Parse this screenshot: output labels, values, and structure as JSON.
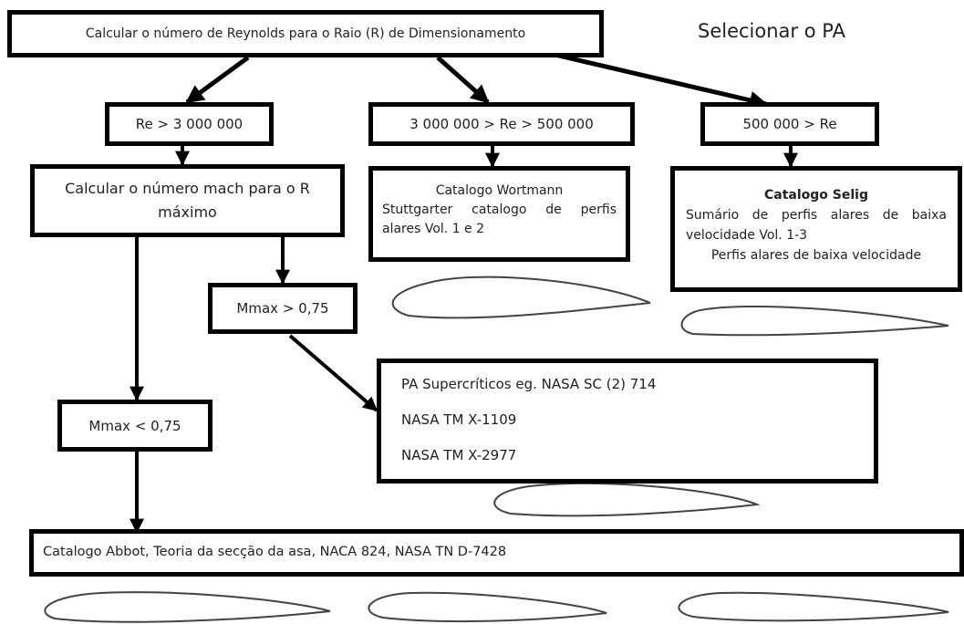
{
  "title": "Selecionar o PA",
  "boxes": {
    "reynolds": "Calcular o número de Reynolds para o Raio (R) de Dimensionamento",
    "re_high": "Re > 3 000 000",
    "re_mid": "3 000 000 > Re > 500 000",
    "re_low": "500 000 > Re",
    "mach": "Calcular o número mach para o R máximo",
    "mmax_gt": "Mmax > 0,75",
    "mmax_lt": "Mmax < 0,75",
    "wortmann": {
      "line1": "Catalogo Wortmann",
      "line2": "Stuttgarter catalogo de perfis",
      "line3": "alares Vol. 1 e 2"
    },
    "selig": {
      "heading": "Catalogo Selig",
      "line1": "Sumário de perfis alares de baixa",
      "line2": "velocidade Vol. 1-3",
      "line3": "Perfis alares de baixa velocidade"
    },
    "supercritical": {
      "line1": "PA Supercríticos eg. NASA SC (2) 714",
      "line2": "NASA TM X-1109",
      "line3": "NASA TM X-2977"
    },
    "abbot": "Catalogo Abbot, Teoria da secção da asa, NACA 824, NASA TN D-7428"
  }
}
